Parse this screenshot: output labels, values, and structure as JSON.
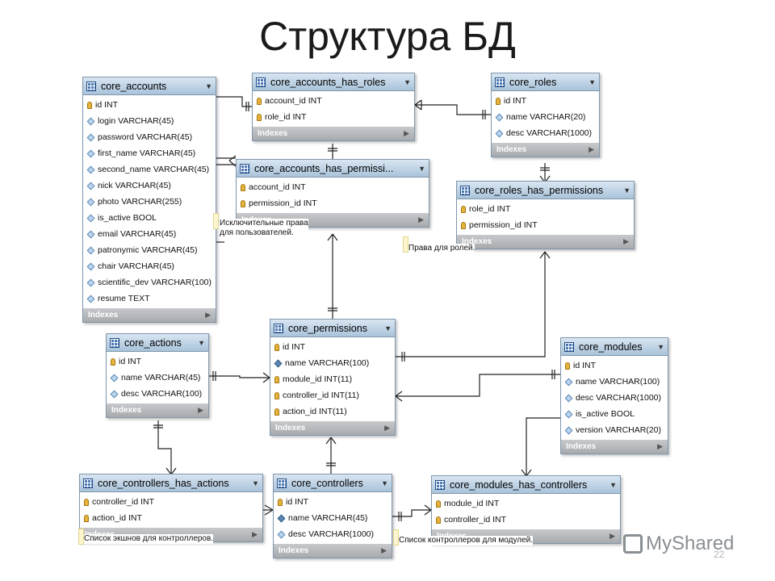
{
  "title": "Структура БД",
  "page_number": "22",
  "logo_text": "MyShared",
  "indexes_label": "Indexes",
  "tables": [
    {
      "id": "core_accounts",
      "name": "core_accounts",
      "columns": [
        {
          "icon": "key",
          "text": "id INT"
        },
        {
          "icon": "field",
          "text": "login VARCHAR(45)"
        },
        {
          "icon": "field",
          "text": "password VARCHAR(45)"
        },
        {
          "icon": "field",
          "text": "first_name VARCHAR(45)"
        },
        {
          "icon": "field",
          "text": "second_name VARCHAR(45)"
        },
        {
          "icon": "field",
          "text": "nick VARCHAR(45)"
        },
        {
          "icon": "field",
          "text": "photo VARCHAR(255)"
        },
        {
          "icon": "field",
          "text": "is_active BOOL"
        },
        {
          "icon": "field",
          "text": "email VARCHAR(45)"
        },
        {
          "icon": "field",
          "text": "patronymic VARCHAR(45)"
        },
        {
          "icon": "field",
          "text": "chair VARCHAR(45)"
        },
        {
          "icon": "field",
          "text": "scientific_dev VARCHAR(100)"
        },
        {
          "icon": "field",
          "text": "resume TEXT"
        }
      ]
    },
    {
      "id": "core_accounts_has_roles",
      "name": "core_accounts_has_roles",
      "columns": [
        {
          "icon": "key",
          "text": "account_id INT"
        },
        {
          "icon": "key",
          "text": "role_id INT"
        }
      ]
    },
    {
      "id": "core_roles",
      "name": "core_roles",
      "columns": [
        {
          "icon": "key",
          "text": "id INT"
        },
        {
          "icon": "field",
          "text": "name VARCHAR(20)"
        },
        {
          "icon": "field",
          "text": "desc VARCHAR(1000)"
        }
      ]
    },
    {
      "id": "core_accounts_has_permissions",
      "name": "core_accounts_has_permissi...",
      "columns": [
        {
          "icon": "key",
          "text": "account_id INT"
        },
        {
          "icon": "key",
          "text": "permission_id INT"
        }
      ]
    },
    {
      "id": "core_roles_has_permissions",
      "name": "core_roles_has_permissions",
      "columns": [
        {
          "icon": "key",
          "text": "role_id INT"
        },
        {
          "icon": "key",
          "text": "permission_id INT"
        }
      ]
    },
    {
      "id": "core_actions",
      "name": "core_actions",
      "columns": [
        {
          "icon": "key",
          "text": "id INT"
        },
        {
          "icon": "field",
          "text": "name VARCHAR(45)"
        },
        {
          "icon": "field",
          "text": "desc VARCHAR(100)"
        }
      ]
    },
    {
      "id": "core_permissions",
      "name": "core_permissions",
      "columns": [
        {
          "icon": "key",
          "text": "id INT"
        },
        {
          "icon": "nn",
          "text": "name VARCHAR(100)"
        },
        {
          "icon": "key",
          "text": "module_id INT(11)"
        },
        {
          "icon": "key",
          "text": "controller_id INT(11)"
        },
        {
          "icon": "key",
          "text": "action_id INT(11)"
        }
      ]
    },
    {
      "id": "core_modules",
      "name": "core_modules",
      "columns": [
        {
          "icon": "key",
          "text": "id INT"
        },
        {
          "icon": "field",
          "text": "name VARCHAR(100)"
        },
        {
          "icon": "field",
          "text": "desc VARCHAR(1000)"
        },
        {
          "icon": "field",
          "text": "is_active BOOL"
        },
        {
          "icon": "field",
          "text": "version VARCHAR(20)"
        }
      ]
    },
    {
      "id": "core_controllers_has_actions",
      "name": "core_controllers_has_actions",
      "columns": [
        {
          "icon": "key",
          "text": "controller_id INT"
        },
        {
          "icon": "key",
          "text": "action_id INT"
        }
      ]
    },
    {
      "id": "core_controllers",
      "name": "core_controllers",
      "columns": [
        {
          "icon": "key",
          "text": "id INT"
        },
        {
          "icon": "nn",
          "text": "name VARCHAR(45)"
        },
        {
          "icon": "field",
          "text": "desc VARCHAR(1000)"
        }
      ]
    },
    {
      "id": "core_modules_has_controllers",
      "name": "core_modules_has_controllers",
      "columns": [
        {
          "icon": "key",
          "text": "module_id INT"
        },
        {
          "icon": "key",
          "text": "controller_id INT"
        }
      ]
    }
  ],
  "notes": [
    {
      "id": "note_account_perms",
      "lines": [
        "Исключительные права",
        "для пользователей."
      ]
    },
    {
      "id": "note_role_perms",
      "lines": [
        "Права для ролей."
      ]
    },
    {
      "id": "note_ctrl_actions",
      "lines": [
        "Список экшнов для контроллеров."
      ]
    },
    {
      "id": "note_module_ctrls",
      "lines": [
        "Список контроллеров для модулей."
      ]
    }
  ]
}
